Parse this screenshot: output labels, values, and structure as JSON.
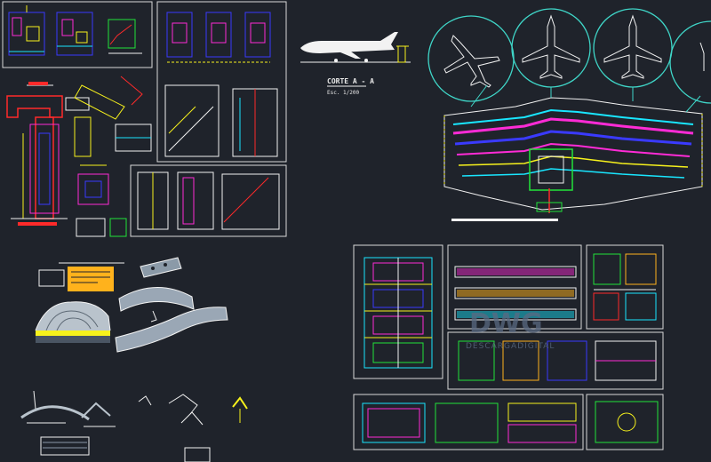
{
  "colors": {
    "background": "#1f232b",
    "frame": "#d8d8d8",
    "blue": "#3a3aff",
    "magenta": "#ff2bd6",
    "cyan": "#19e6ff",
    "yellow": "#f7f21c",
    "red": "#ff2a2a",
    "green": "#22e33a",
    "white": "#f2f2f2",
    "teal_circle": "#3fd6c8",
    "orange": "#ffb21c"
  },
  "labels": {
    "section_title": "CORTE A - A",
    "section_scale": "Esc. 1/200",
    "watermark_main": "DWG",
    "watermark_sub": "DESCARGADIGITAL"
  }
}
